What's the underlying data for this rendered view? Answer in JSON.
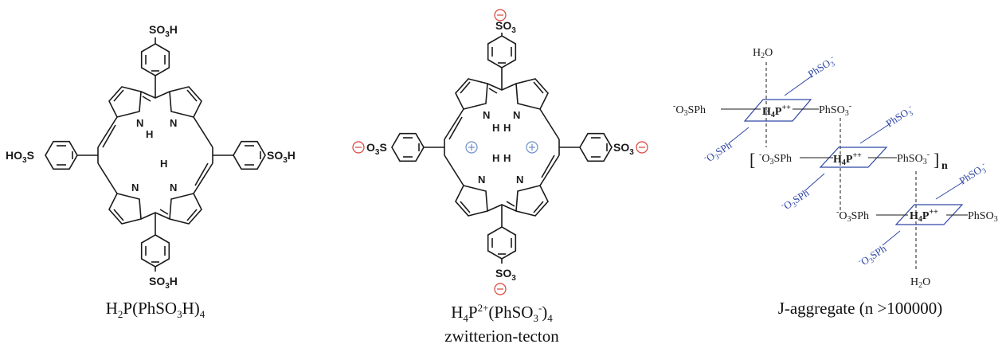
{
  "molecules": [
    {
      "formula_parts": [
        "H",
        "2",
        "P(PhSO",
        "3",
        "H)",
        "4"
      ],
      "top_group": "SO3H",
      "bottom_group": "SO3H",
      "left_group": "HO3S",
      "right_group": "SO3H",
      "nh_label_1": "N",
      "nh_label_2": "H",
      "n_label": "N"
    },
    {
      "formula_parts": [
        "H",
        "4",
        "P",
        "2+",
        "(PhSO",
        "3",
        "-",
        ")",
        "4"
      ],
      "subtitle": "zwitterion-tecton",
      "group": "SO3",
      "charge_minus": "−",
      "charge_plus": "+"
    },
    {
      "caption": "J-aggregate (n >100000)",
      "core": "H4P++",
      "water": "H2O",
      "phso3": "PhSO3",
      "o3sph": "O3SPh",
      "n_index": "n"
    }
  ],
  "colors": {
    "ink": "#1a1a1a",
    "charge_red": "#d9423a",
    "charge_blue": "#6c8fc8",
    "aggregate_blue": "#2f47a5"
  }
}
